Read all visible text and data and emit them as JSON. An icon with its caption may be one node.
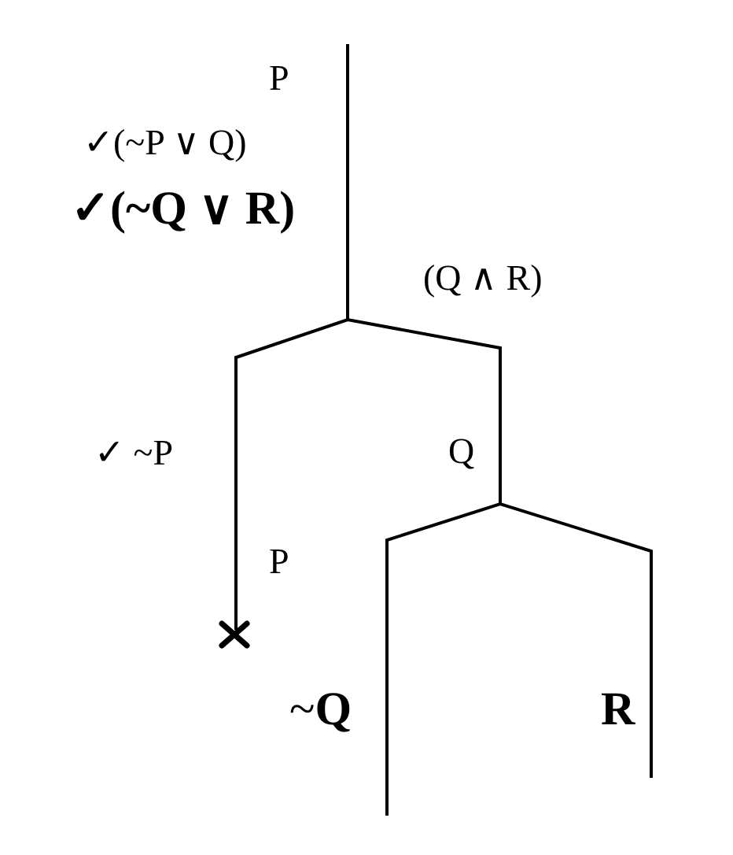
{
  "diagram": {
    "labels": [
      "P",
      "✓(~P ∨ Q)",
      "✓(~Q ∨ R)",
      "(Q ∧ R)",
      "✓ ~P",
      "Q",
      "P",
      "~**Q**",
      "R"
    ]
  }
}
